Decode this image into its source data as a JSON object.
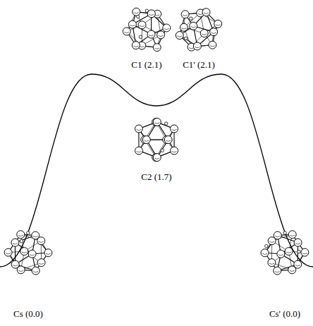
{
  "diagram": {
    "labels": [
      "C1 (2.1)",
      "C1' (2.1)",
      "C2 (1.7)",
      "Cs (0.0)",
      "Cs' (0.0)"
    ]
  }
}
